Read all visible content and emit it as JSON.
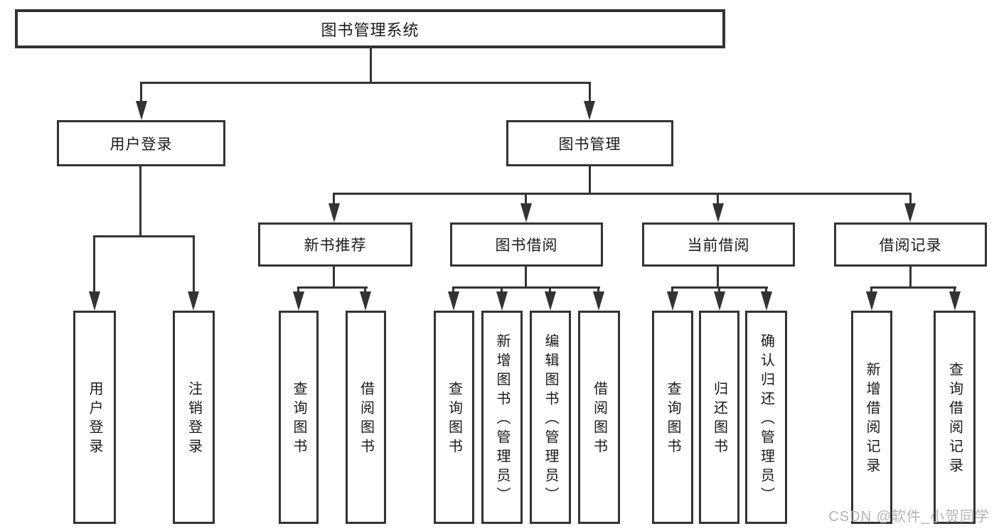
{
  "diagram": {
    "type": "hierarchy-tree",
    "title": "图书管理系统",
    "hierarchy": {
      "图书管理系统": {
        "用户登录": [
          "用户登录",
          "注销登录"
        ],
        "图书管理": {
          "新书推荐": [
            "查询图书",
            "借阅图书"
          ],
          "图书借阅": [
            "查询图书",
            "新增图书（管理员）",
            "编辑图书（管理员）",
            "借阅图书"
          ],
          "当前借阅": [
            "查询图书",
            "归还图书",
            "确认归还（管理员）"
          ],
          "借阅记录": [
            "新增借阅记录",
            "查询借阅记录"
          ]
        }
      }
    }
  },
  "nodes": {
    "root": "图书管理系统",
    "user_login": "用户登录",
    "book_management": "图书管理",
    "new_book_recommend": "新书推荐",
    "book_borrow": "图书借阅",
    "current_borrow": "当前借阅",
    "borrow_records": "借阅记录",
    "leaf_user_login": "用户登录",
    "leaf_logout": "注销登录",
    "leaf_query_books_1": "查询图书",
    "leaf_borrow_books_1": "借阅图书",
    "leaf_query_books_2": "查询图书",
    "leaf_add_book_admin": "新增图书（管理员）",
    "leaf_edit_book_admin": "编辑图书（管理员）",
    "leaf_borrow_books_2": "借阅图书",
    "leaf_query_books_3": "查询图书",
    "leaf_return_books": "归还图书",
    "leaf_confirm_return_admin": "确认归还（管理员）",
    "leaf_add_borrow_record": "新增借阅记录",
    "leaf_query_borrow_record": "查询借阅记录"
  },
  "watermark": "CSDN @软件_小贺同学",
  "colors": {
    "line": "#333333",
    "text": "#1a1a1a",
    "background": "#ffffff",
    "watermark": "#b3b3b3"
  }
}
